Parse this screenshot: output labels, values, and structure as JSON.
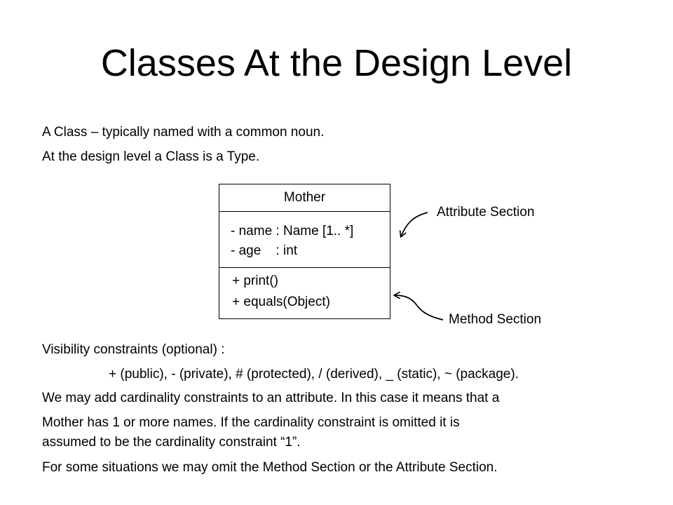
{
  "slide": {
    "title": "Classes At the Design Level",
    "intro": [
      "A Class – typically named with a common noun.",
      "At the design level a Class is a Type."
    ],
    "diagram": {
      "class_name": "Mother",
      "attributes": [
        "- name : Name [1.. *]",
        "- age    : int"
      ],
      "methods": [
        "+ print()",
        "+ equals(Object)"
      ],
      "labels": {
        "attribute_section": "Attribute Section",
        "method_section": "Method Section"
      }
    },
    "body": {
      "visibility_heading": "Visibility constraints (optional) :",
      "visibility_list": "+ (public), - (private), # (protected), / (derived), _ (static), ~ (package).",
      "cardinality_1": "We may add cardinality constraints to an attribute.  In this case it means that a",
      "cardinality_2": "Mother has 1 or more names.  If the cardinality constraint is omitted it is",
      "cardinality_3": "assumed to be the cardinality constraint “1”.",
      "omit_sections": "For some situations we may omit the Method Section or the Attribute Section."
    }
  }
}
